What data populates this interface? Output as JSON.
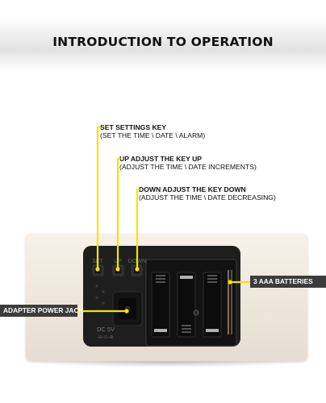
{
  "title": "INTRODUCTION TO OPERATION",
  "callouts": {
    "set": {
      "head": "SET SETTINGS KEY",
      "sub": "(SET THE TIME \\ DATE \\ ALARM)"
    },
    "up": {
      "head": "UP ADJUST THE KEY UP",
      "sub": "(ADJUST THE TIME \\ DATE INCREMENTS)"
    },
    "down": {
      "head": "DOWN ADJUST THE KEY DOWN",
      "sub": "(ADJUST THE TIME \\ DATE DECREASING)"
    }
  },
  "labels": {
    "batteries": "3 AAA BATTERIES",
    "adapter": "ADAPTER POWER JACK"
  },
  "device": {
    "button_labels": [
      "SET",
      "UP",
      "DOWN"
    ],
    "power_rating": "DC 5V"
  },
  "colors": {
    "callout_line": "#f4e300",
    "label_box": "#3c3c3c",
    "wood": "#efe7dc",
    "panel": "#1e1e1e"
  }
}
